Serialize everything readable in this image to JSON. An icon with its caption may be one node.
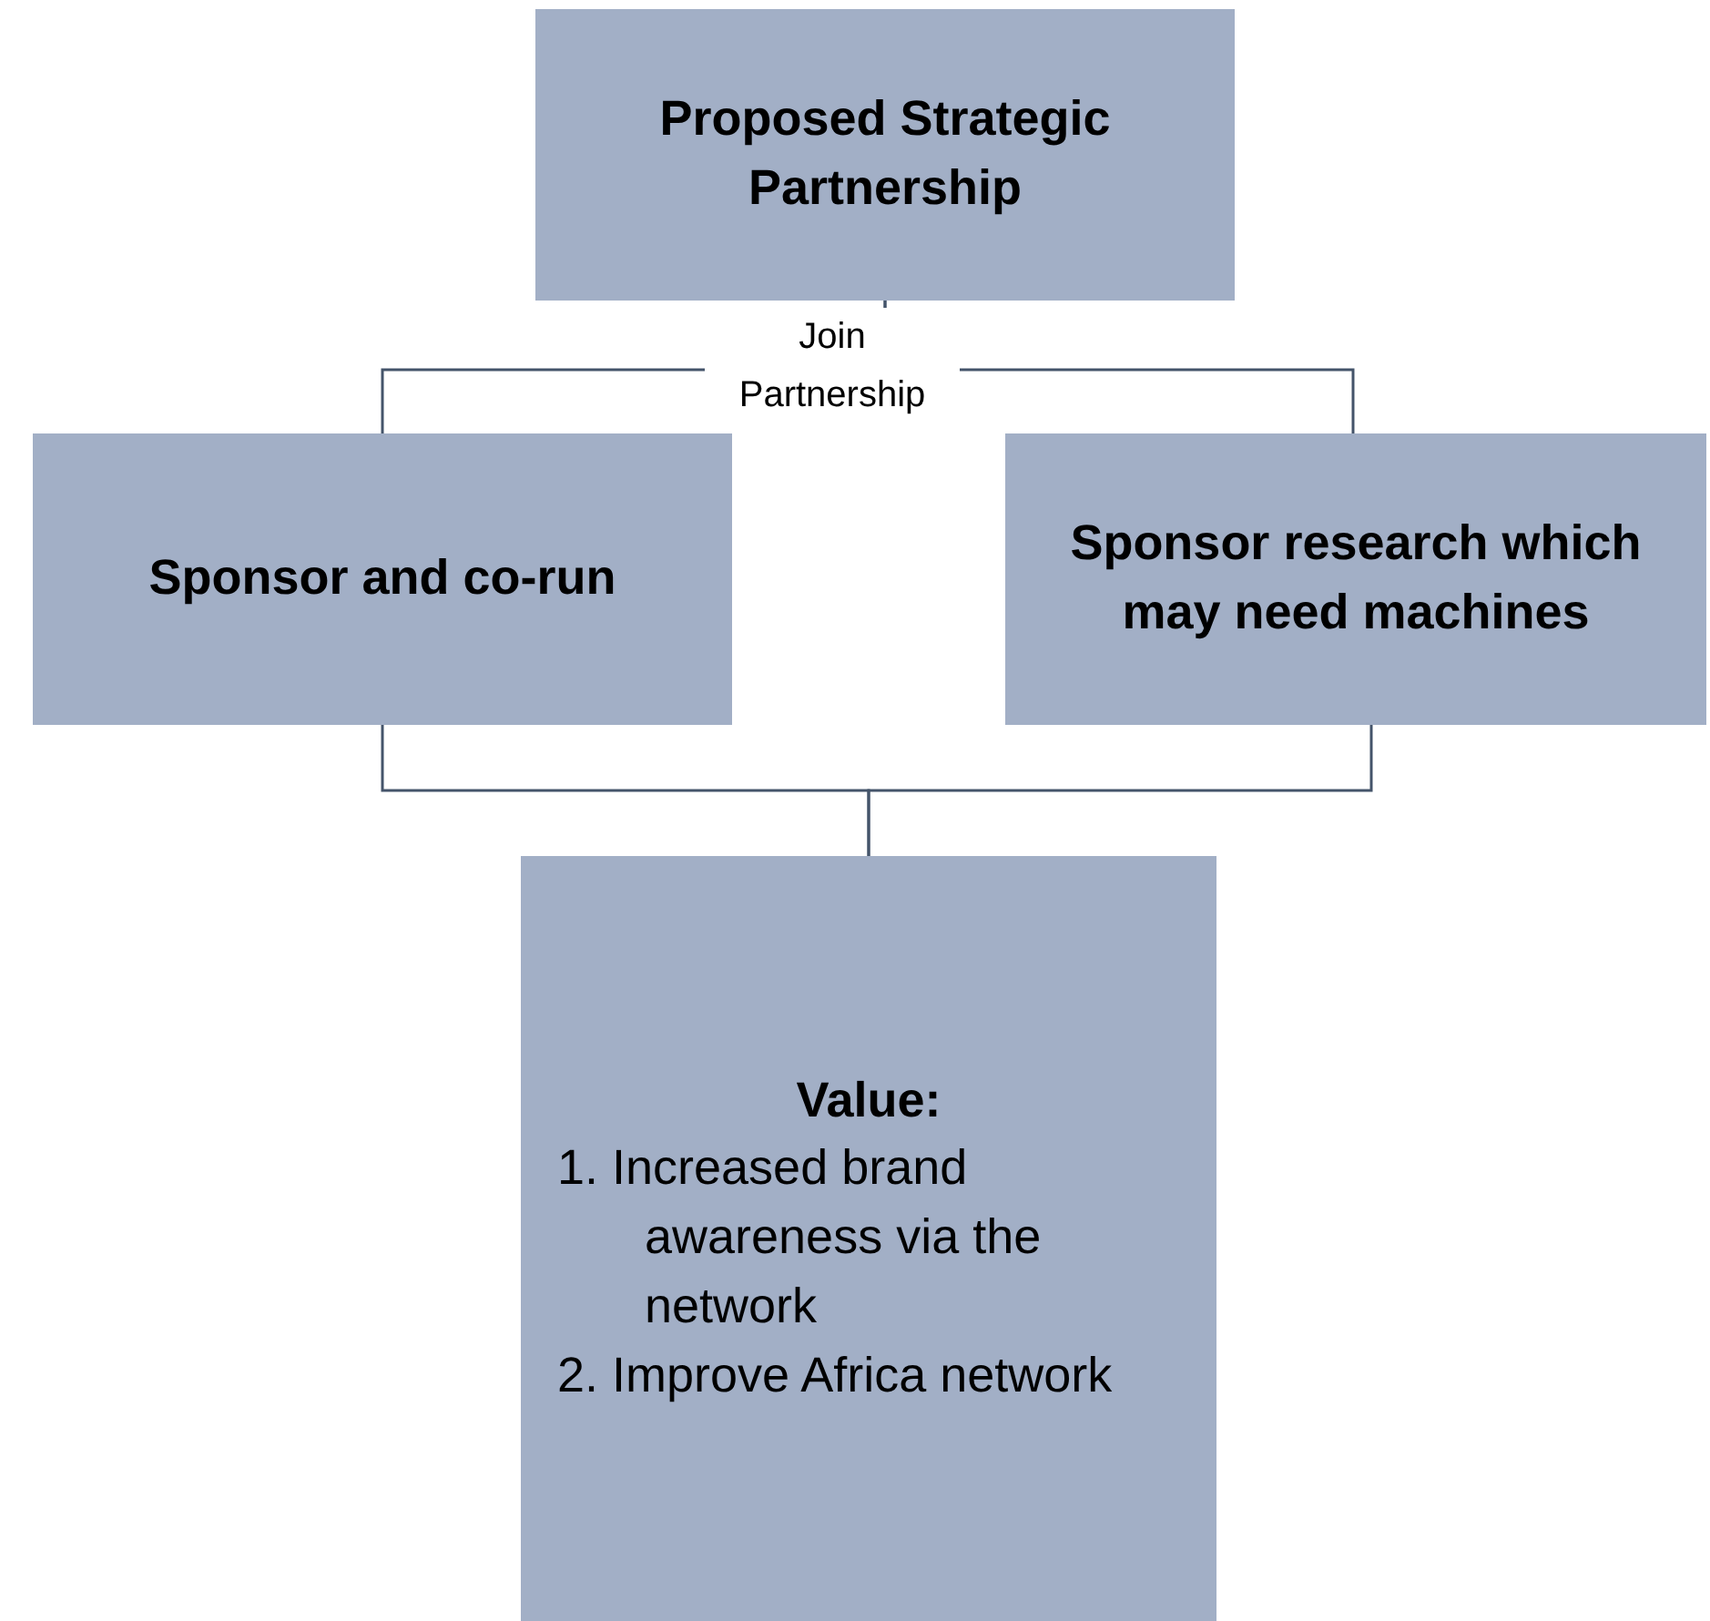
{
  "diagram": {
    "nodes": [
      {
        "text": [
          "Proposed Strategic Partnership"
        ]
      },
      {
        "text": [
          "Sponsor and co-run"
        ]
      },
      {
        "text": [
          "Sponsor research which may need machines"
        ]
      },
      {
        "text": [
          "Value:",
          "1. Increased brand awareness via the network",
          "2. Improve Africa network"
        ]
      }
    ],
    "edges": [
      {
        "from": 0,
        "to": 1,
        "arrow": "none",
        "label": "Join Partnership"
      },
      {
        "from": 0,
        "to": 2,
        "arrow": "none"
      },
      {
        "from": 1,
        "to": 3,
        "arrow": "none"
      },
      {
        "from": 2,
        "to": 3,
        "arrow": "none"
      }
    ]
  }
}
